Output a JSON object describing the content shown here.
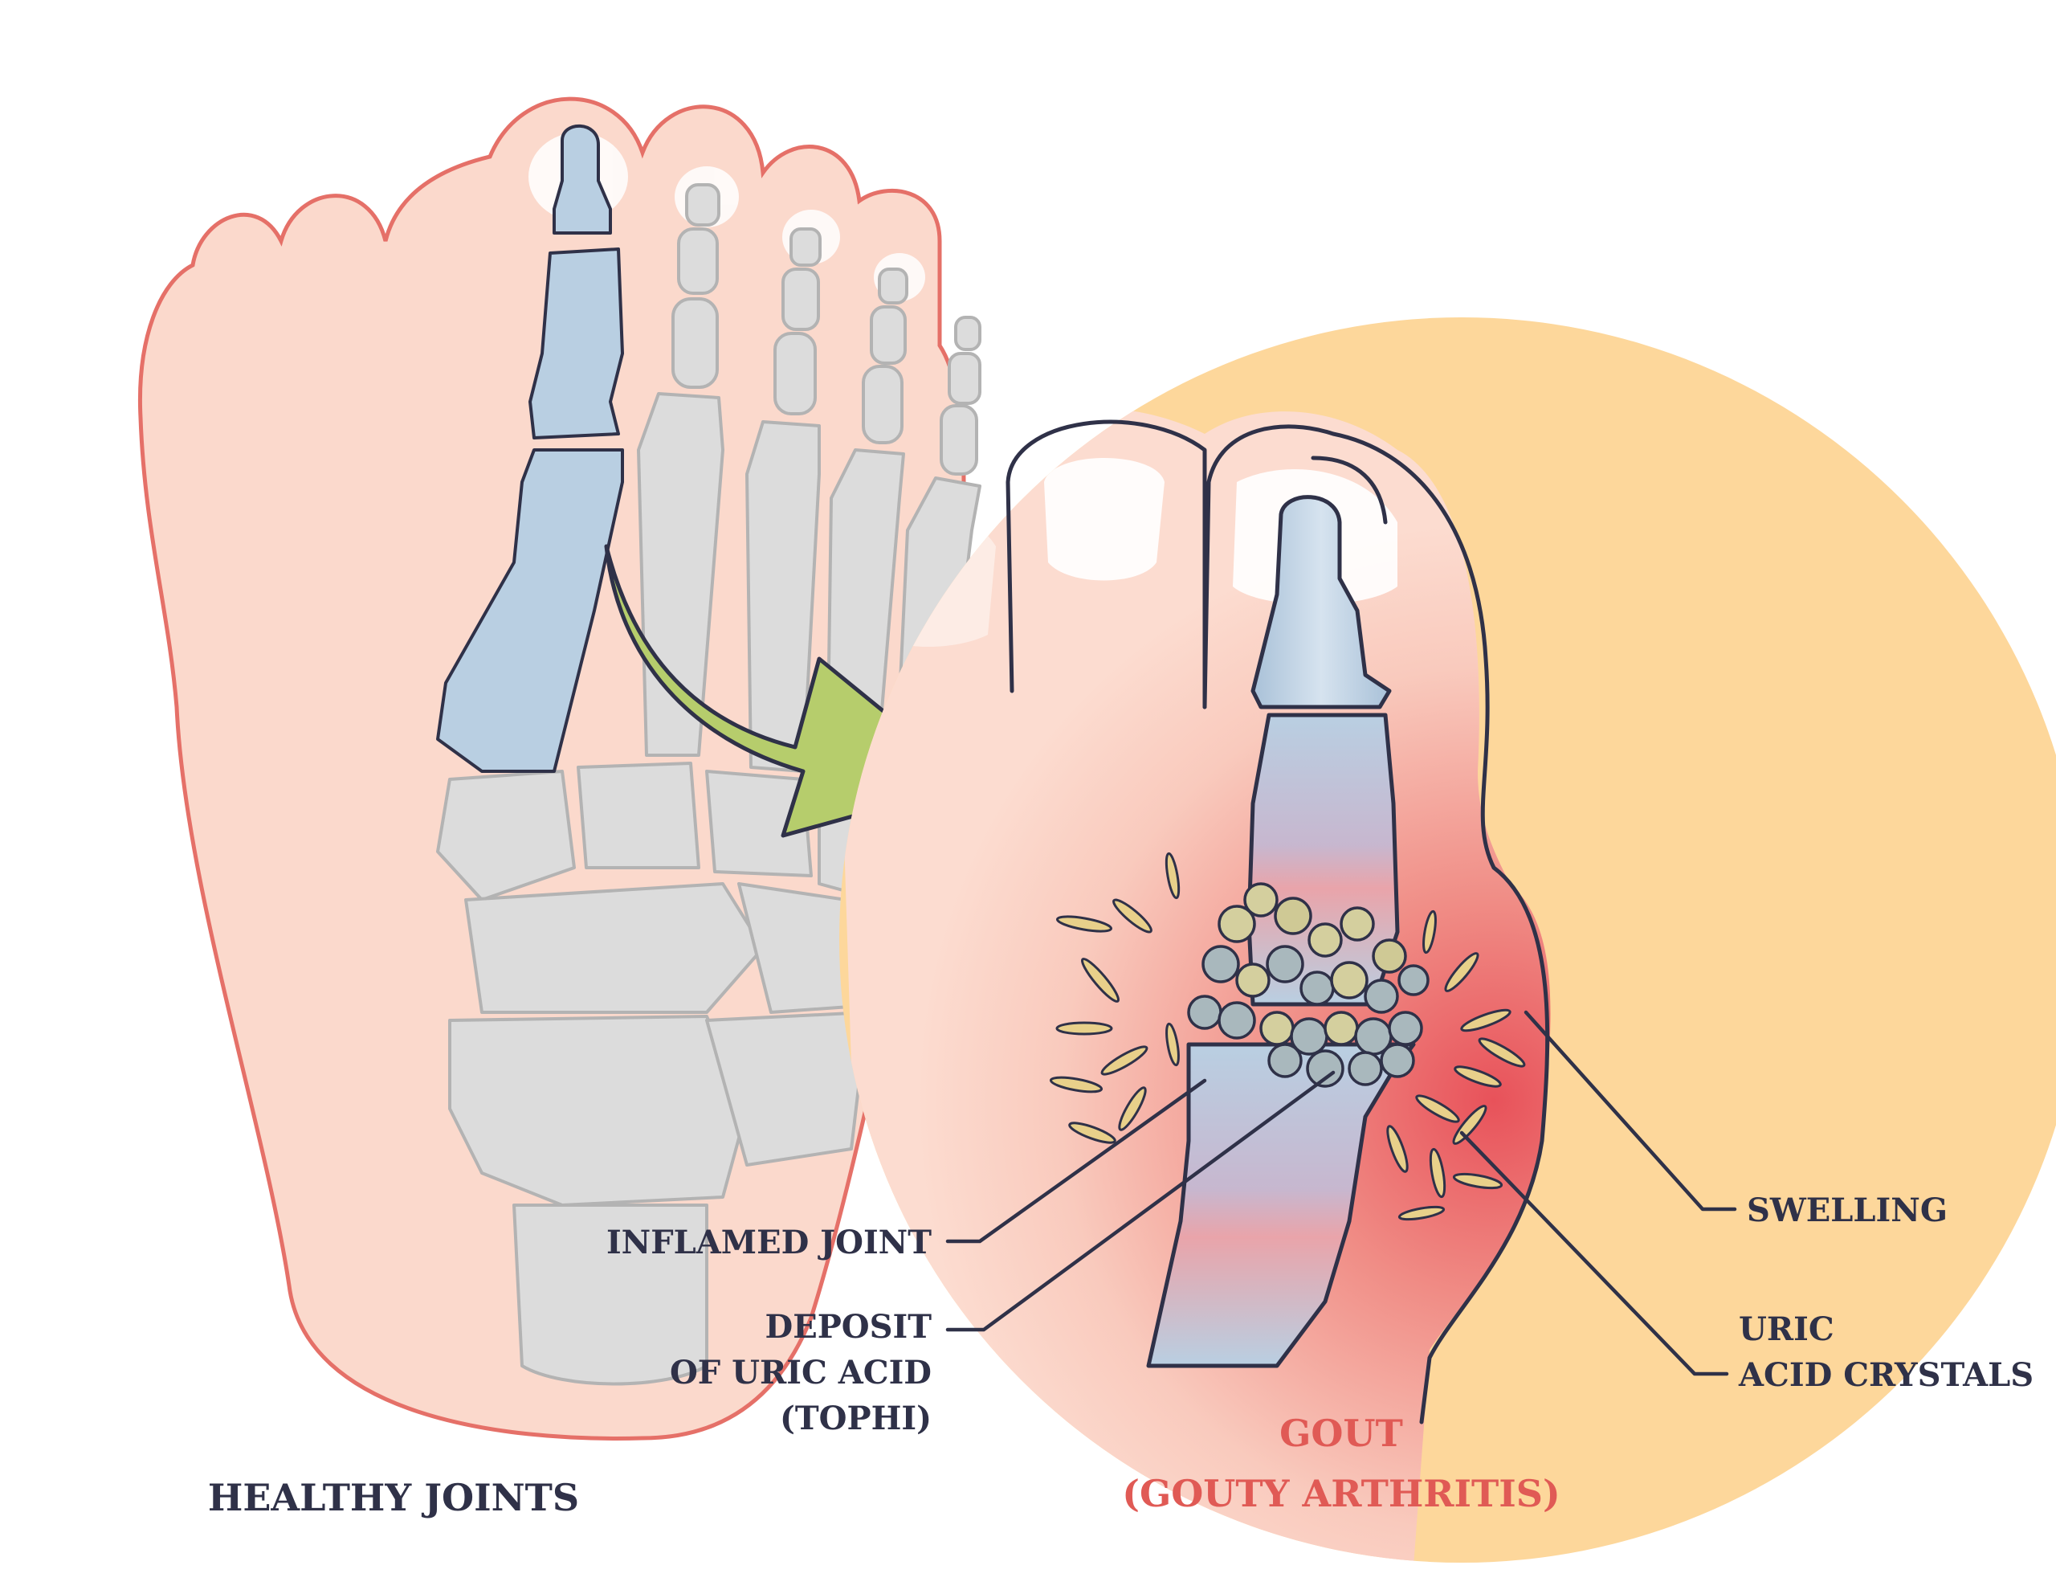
{
  "healthy": {
    "caption": "HEALTHY JOINTS"
  },
  "gout": {
    "title_line1": "GOUT",
    "title_line2": "(GOUTY ARTHRITIS)"
  },
  "callouts": {
    "inflamed_joint": "INFLAMED JOINT",
    "deposit_line1": "DEPOSIT",
    "deposit_line2": "OF URIC ACID",
    "deposit_line3": "(TOPHI)",
    "swelling": "SWELLING",
    "crystals_line1": "URIC",
    "crystals_line2": "ACID CRYSTALS"
  },
  "colors": {
    "outline": "#2f3148",
    "skin": "#fbd9cc",
    "skin_outline": "#e57068",
    "bone_gray": "#dcdcdc",
    "bone_blue": "#b9cfe2",
    "arrow": "#b6cd6c",
    "swelling_circle": "#fdd79b",
    "gout_label": "#e05a55"
  }
}
